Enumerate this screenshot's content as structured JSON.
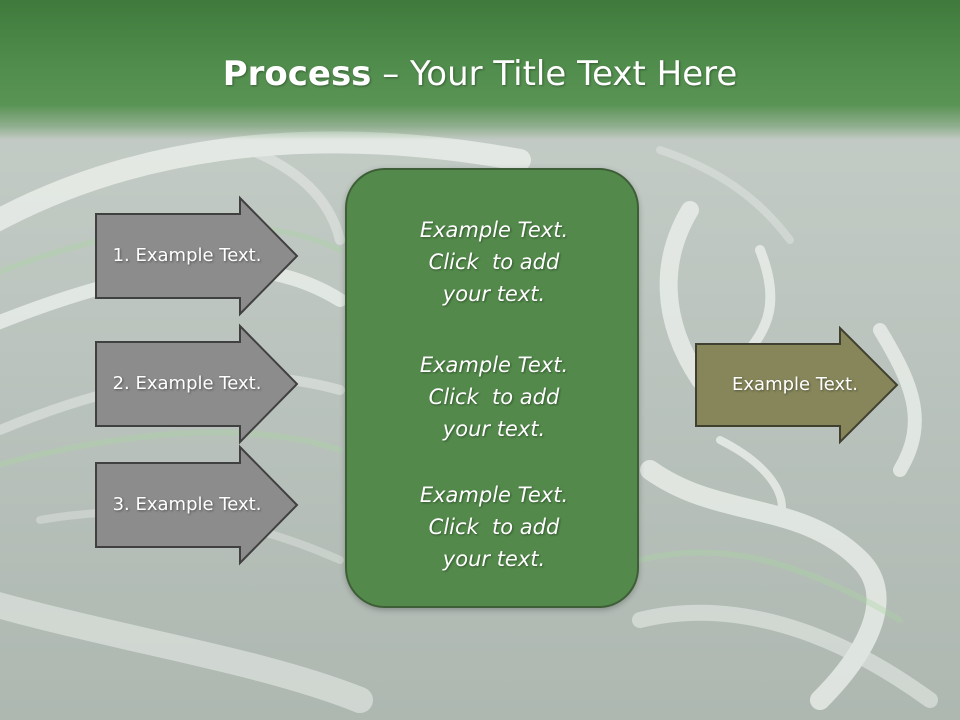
{
  "title": {
    "bold": "Process",
    "rest": " – Your Title Text Here"
  },
  "inputs": [
    {
      "label": "1. Example Text."
    },
    {
      "label": "2. Example Text."
    },
    {
      "label": "3. Example Text."
    }
  ],
  "center": {
    "items": [
      {
        "lines": [
          "Example Text.",
          "Click  to add",
          "your text."
        ]
      },
      {
        "lines": [
          "Example Text.",
          "Click  to add",
          "your text."
        ]
      },
      {
        "lines": [
          "Example Text.",
          "Click  to add",
          "your text."
        ]
      }
    ]
  },
  "output": {
    "label": "Example Text."
  },
  "colors": {
    "header": "#4e8b4a",
    "input_arrow": "#8c8c8c",
    "center_box": "#538a4b",
    "output_arrow": "#86865a"
  }
}
